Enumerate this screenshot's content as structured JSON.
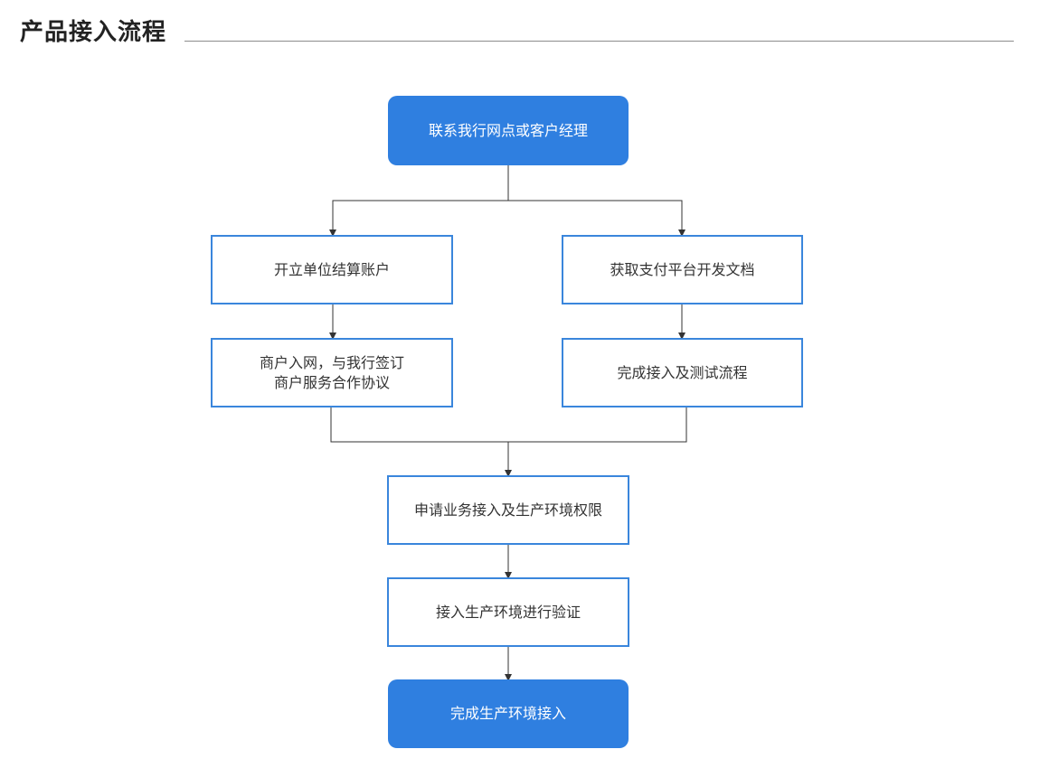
{
  "header": {
    "title": "产品接入流程"
  },
  "flow": {
    "start": "联系我行网点或客户经理",
    "left_1": "开立单位结算账户",
    "left_2_line1": "商户入网，与我行签订",
    "left_2_line2": "商户服务合作协议",
    "right_1": "获取支付平台开发文档",
    "right_2": "完成接入及测试流程",
    "merge": "申请业务接入及生产环境权限",
    "verify": "接入生产环境进行验证",
    "end": "完成生产环境接入"
  },
  "colors": {
    "accent": "#2f7fe0",
    "node_border": "#3a86dc",
    "connector": "#333333"
  }
}
